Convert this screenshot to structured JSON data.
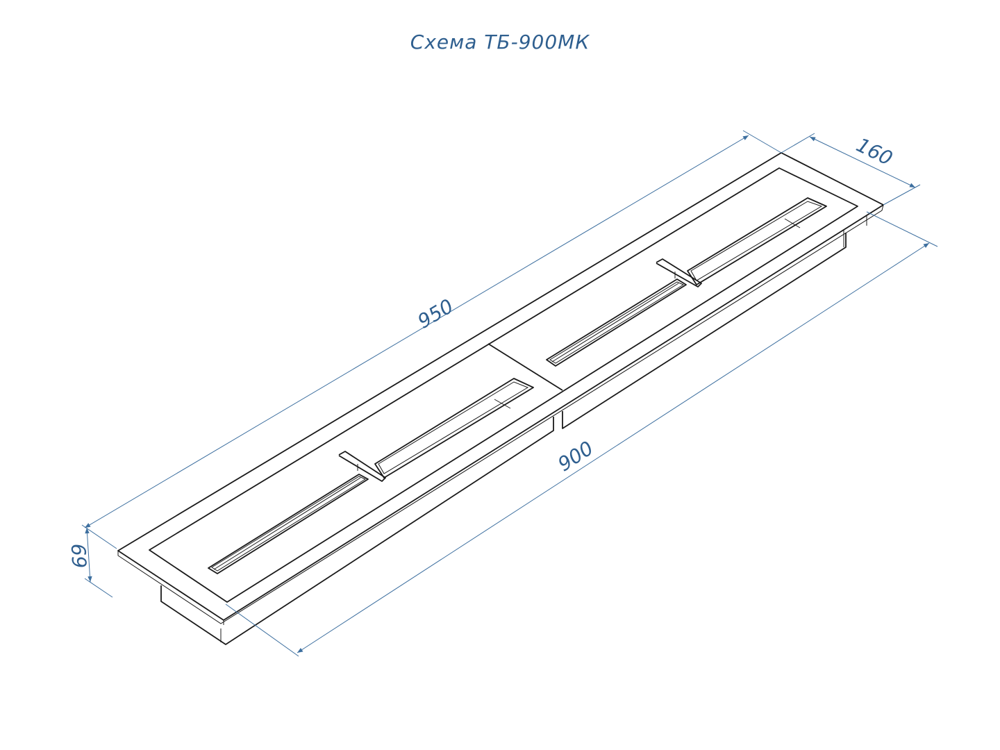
{
  "title": "Схема ТБ-900МК",
  "dimensions": {
    "length_outer": "950",
    "length_inner": "900",
    "width": "160",
    "height": "69"
  },
  "colors": {
    "dimension": "#2f5f8f",
    "outline": "#1a1a1a"
  }
}
